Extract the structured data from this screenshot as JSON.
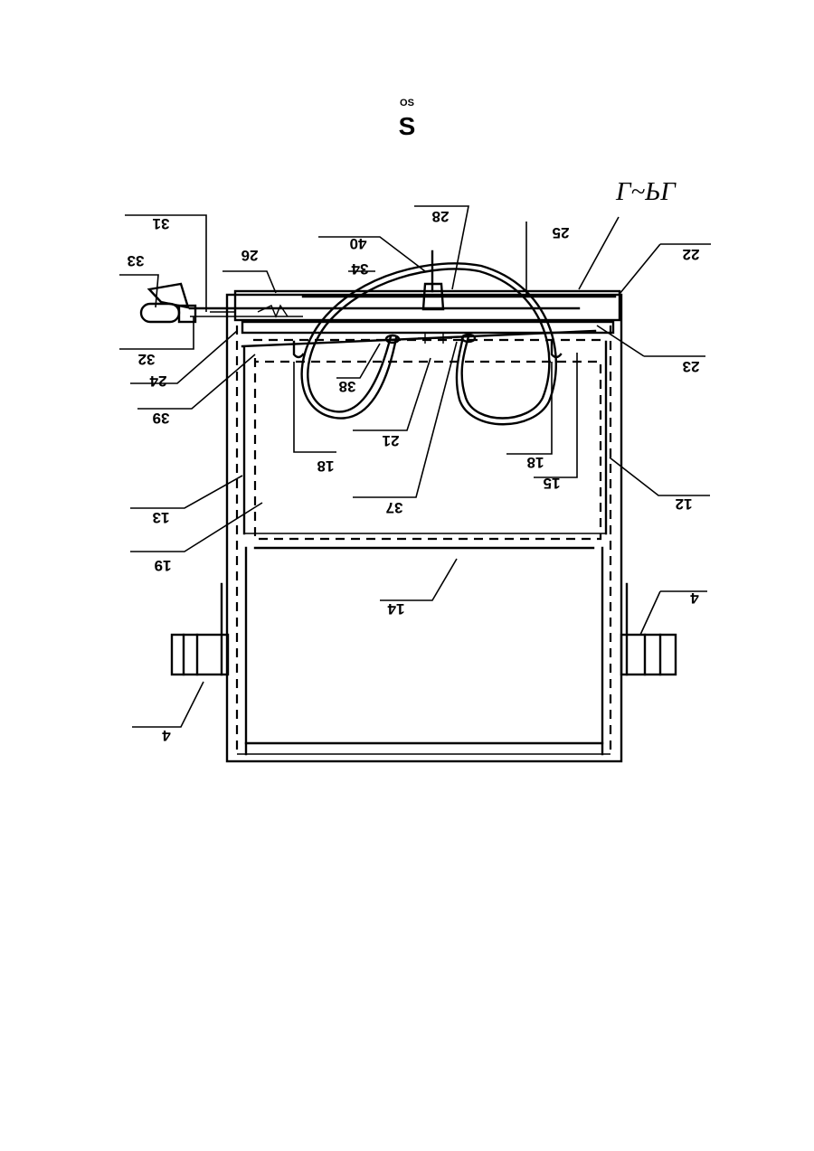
{
  "header": {
    "small_text": "OS",
    "big_text": "S"
  },
  "figure": {
    "label": "Г~ЬГ"
  },
  "reference_numerals": [
    {
      "id": "n31",
      "text": "31"
    },
    {
      "id": "n33",
      "text": "33"
    },
    {
      "id": "n26",
      "text": "26"
    },
    {
      "id": "n40",
      "text": "40"
    },
    {
      "id": "n34",
      "text": "34"
    },
    {
      "id": "n28",
      "text": "28"
    },
    {
      "id": "n25",
      "text": "25"
    },
    {
      "id": "n22",
      "text": "22"
    },
    {
      "id": "n23",
      "text": "23"
    },
    {
      "id": "n32",
      "text": "32"
    },
    {
      "id": "n24",
      "text": "24"
    },
    {
      "id": "n39",
      "text": "39"
    },
    {
      "id": "n38",
      "text": "38"
    },
    {
      "id": "n21",
      "text": "21"
    },
    {
      "id": "n18a",
      "text": "18"
    },
    {
      "id": "n18b",
      "text": "18"
    },
    {
      "id": "n15",
      "text": "15"
    },
    {
      "id": "n12",
      "text": "12"
    },
    {
      "id": "n37",
      "text": "37"
    },
    {
      "id": "n13",
      "text": "13"
    },
    {
      "id": "n19",
      "text": "19"
    },
    {
      "id": "n14",
      "text": "14"
    },
    {
      "id": "n4a",
      "text": "4"
    },
    {
      "id": "n4b",
      "text": "4"
    }
  ]
}
